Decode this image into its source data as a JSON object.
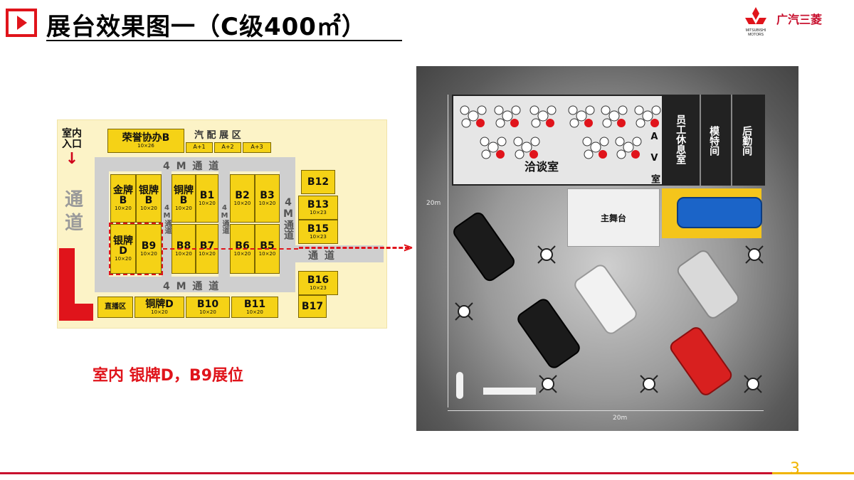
{
  "header": {
    "title": "展台效果图一（C级400㎡）",
    "brand_name": "广汽三菱",
    "logo_text_1": "MITSUBISHI",
    "logo_text_2": "MOTORS"
  },
  "floorplan": {
    "honor_booth": {
      "name": "荣誉协办B",
      "size": "10×26"
    },
    "parts_area": {
      "label": "汽 配 展 区",
      "slots": [
        "A+1",
        "A+2",
        "A+3"
      ]
    },
    "aisles": {
      "top": "4 M 通 道",
      "bottom": "4 M 通 道",
      "v1": "4M通道",
      "v2": "4M通道",
      "v3": "4M通道",
      "right": "通 道"
    },
    "entrance": {
      "line1": "室内",
      "line2": "入口",
      "arrow": "↓"
    },
    "passage": {
      "line1": "通",
      "line2": "道"
    },
    "booths": {
      "jin_b": {
        "l1": "金牌",
        "l2": "B",
        "size": "10×20"
      },
      "yin_b": {
        "l1": "银牌",
        "l2": "B",
        "size": "10×20"
      },
      "yin_d": {
        "l1": "银牌",
        "l2": "D",
        "size": "10×20"
      },
      "b9": {
        "name": "B9",
        "size": "10×20"
      },
      "tong_b": {
        "l1": "铜牌",
        "l2": "B",
        "size": "10×20"
      },
      "b1": {
        "name": "B1",
        "size": "10×20"
      },
      "b8": {
        "name": "B8",
        "size": "10×20"
      },
      "b7": {
        "name": "B7",
        "size": "10×20"
      },
      "b2": {
        "name": "B2",
        "size": "10×20"
      },
      "b3": {
        "name": "B3",
        "size": "10×20"
      },
      "b6": {
        "name": "B6",
        "size": "10×20"
      },
      "b5": {
        "name": "B5",
        "size": "10×20"
      },
      "b12": {
        "name": "B12",
        "size": ""
      },
      "b13": {
        "name": "B13",
        "size": "10×23"
      },
      "b15": {
        "name": "B15",
        "size": "10×23"
      },
      "b16": {
        "name": "B16",
        "size": "10×23"
      },
      "b17": {
        "name": "B17",
        "size": ""
      },
      "live": {
        "name": "直播区",
        "size": ""
      },
      "tong_d": {
        "name": "铜牌D",
        "size": "10×20"
      },
      "b10": {
        "name": "B10",
        "size": "10×20"
      },
      "b11": {
        "name": "B11",
        "size": "10×20"
      }
    }
  },
  "caption": "室内  银牌D，B9展位",
  "rendering": {
    "meeting_room": "洽谈室",
    "av_room": "A V 室",
    "staff_room": "员工休息室",
    "model_room": "模特间",
    "backstage": "后勤间",
    "main_stage": "主舞台",
    "dim_side": "20m",
    "dim_bottom": "20m"
  },
  "footer": {
    "page_number": "3"
  },
  "colors": {
    "accent_red": "#e0141b",
    "booth_yellow": "#f5d216",
    "footer_gold": "#f0b400"
  }
}
